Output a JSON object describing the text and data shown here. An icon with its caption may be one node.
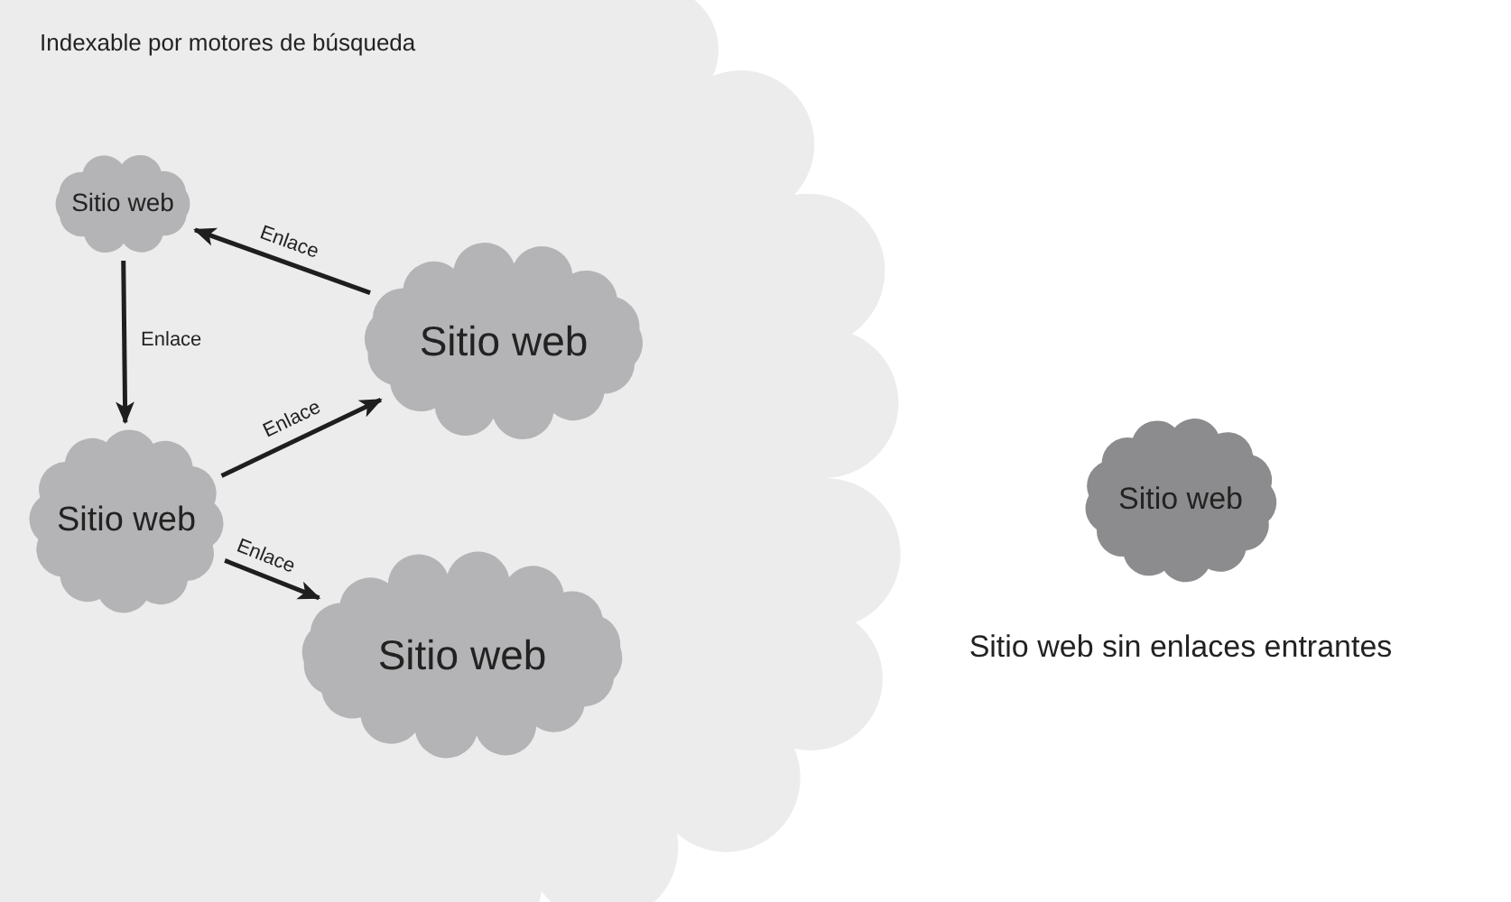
{
  "diagram": {
    "nodes": [
      {
        "text": [
          "Indexable por motores de búsqueda"
        ]
      },
      {
        "text": [
          "Sitio web"
        ],
        "in": 0
      },
      {
        "text": [
          "Sitio web"
        ],
        "in": 0
      },
      {
        "text": [
          "Sitio web"
        ],
        "in": 0
      },
      {
        "text": [
          "Sitio web"
        ],
        "in": 0
      },
      {
        "text": [
          "Sitio web"
        ],
        "beside": [
          "Sitio web sin enlaces entrantes"
        ]
      }
    ],
    "edges": [
      {
        "from": 2,
        "to": 1,
        "arrow": "to",
        "label": "Enlace"
      },
      {
        "from": 1,
        "to": 3,
        "arrow": "to",
        "label": "Enlace"
      },
      {
        "from": 3,
        "to": 2,
        "arrow": "to",
        "label": "Enlace"
      },
      {
        "from": 3,
        "to": 4,
        "arrow": "to",
        "label": "Enlace"
      }
    ]
  }
}
